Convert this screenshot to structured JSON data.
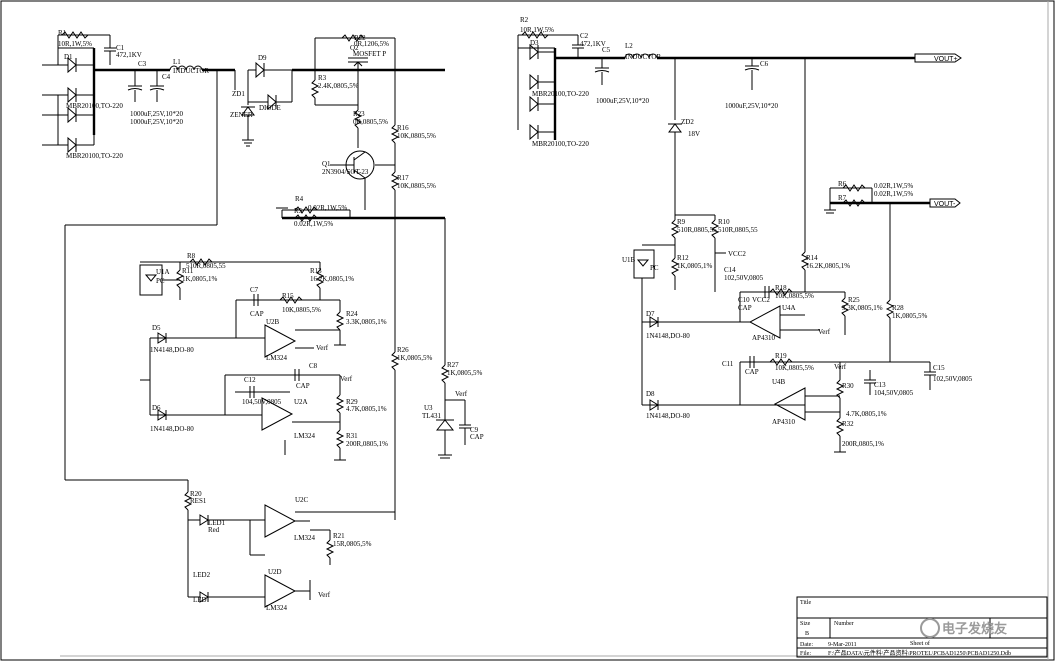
{
  "labels": {
    "R1": "R1",
    "R1v": "10R,1W,5%",
    "C1": "C1",
    "C1v": "472,1KV",
    "D1": "D1",
    "D1v": "MBR20100,TO-220",
    "D1v2": "MBR20100,TO-220",
    "C3": "C3",
    "C4": "C4",
    "C3v": "1000uF,25V,10*20",
    "C4v": "1000uF,25V,10*20",
    "L1": "L1",
    "L1v": "INDUCTOR",
    "D9": "D9",
    "ZD1": "ZD1",
    "ZD1v": "ZENER",
    "D9v": "DIODE",
    "R22": "R22",
    "R22v": "0R,1206,5%",
    "Q2": "Q2",
    "Q2v": "MOSFET P",
    "R3": "R3",
    "R3v": "2.4K,0805,5%",
    "R23": "R23",
    "R23v": "0R,0805,5%",
    "R16": "R16",
    "R16v": "10K,0805,5%",
    "Q1": "Q1",
    "Q1v": "2N3904/SOT-23",
    "R17": "R17",
    "R17v": "10K,0805,5%",
    "R4": "R4",
    "R4v": "0.02R,1W,5%",
    "R5": "R5",
    "R5v": "0.02R,1W,5%",
    "R8": "R8",
    "R8v": "510R,0805,55",
    "R11": "R11",
    "R11v": "1K,0805,1%",
    "U1A": "U1A",
    "PC": "PC",
    "R13": "R13",
    "R13v": "16.2K,0805,1%",
    "C7": "C7",
    "CAP": "CAP",
    "R15": "R15",
    "R15v": "10K,0805,5%",
    "R24": "R24",
    "R24v": "3.3K,0805,1%",
    "U2B": "U2B",
    "LM324": "LM324",
    "Verf": "Verf",
    "D5": "D5",
    "D5v": "1N4148,DO-80",
    "C8": "C8",
    "C12": "C12",
    "C12v": "104,50V,0805",
    "R26": "R26",
    "R26v": "1K,0805,5%",
    "R27": "R27",
    "R27v": "1K,0805,5%",
    "R29": "R29",
    "R29v": "4.7K,0805,1%",
    "U2A": "U2A",
    "D6": "D6",
    "D6v": "1N4148,DO-80",
    "R31": "R31",
    "R31v": "200R,0805,1%",
    "U3": "U3",
    "U3v": "TL431",
    "C9": "C9",
    "R20": "R20",
    "R20v": "RES1",
    "LED1": "LED1",
    "Red": "Red",
    "U2C": "U2C",
    "R21": "R21",
    "R21v": "15R,0805,5%",
    "LED2": "LED2",
    "LED": "LED",
    "U2D": "U2D",
    "R2": "R2",
    "R2v": "10R,1W,5%",
    "C2": "C2",
    "C2v": "472,1KV",
    "D3": "D3",
    "D3v": "MBR20100,TO-220",
    "D3v2": "MBR20100,TO-220",
    "C5": "C5",
    "C5v": "1000uF,25V,10*20",
    "L2": "L2",
    "L2v": "INDUCTOR",
    "C6": "C6",
    "C6v": "1000uF,25V,10*20",
    "VOUT_P": "VOUT+",
    "VOUT_N": "VOUT-",
    "ZD2": "ZD2",
    "ZD2v": "18V",
    "R6": "R6",
    "R6v": "0.02R,1W,5%",
    "R7": "R7",
    "R7v": "0.02R,1W,5%",
    "R9": "R9",
    "R9v": "510R,0805,55",
    "R10": "R10",
    "R10v": "510R,0805,55",
    "VCC2": "VCC2",
    "U1B": "U1B",
    "R12": "R12",
    "R12v": "1K,0805,1%",
    "C14": "C14",
    "C14v": "102,50V,0805",
    "R14": "R14",
    "R14v": "16.2K,0805,1%",
    "C10": "C10",
    "R18": "R18",
    "R18v": "10K,0805,5%",
    "U4A": "U4A",
    "AP4310": "AP4310",
    "R25": "R25",
    "R25v": "3.3K,0805,1%",
    "R28": "R28",
    "R28v": "1K,0805,5%",
    "D7": "D7",
    "D7v": "1N4148,DO-80",
    "C11": "C11",
    "R19": "R19",
    "R19v": "10K,0805,5%",
    "C15": "C15",
    "C15v": "102,50V,0805",
    "R30": "R30",
    "C13": "C13",
    "C13v": "104,50V,0805",
    "U4B": "U4B",
    "R32": "R32",
    "R32v": "4.7K,0805,1%",
    "R32v2": "200R,0805,1%",
    "D8": "D8",
    "D8v": "1N4148,DO-80"
  },
  "title_block": {
    "title_label": "Title",
    "size_label": "Size",
    "size_value": "B",
    "number_label": "Number",
    "date_label": "Date:",
    "date_value": "9-Mar-2011",
    "file_label": "File:",
    "file_value": "F:\\产品DATA\\元件料\\产品资料\\PROTEL\\PCBAD1250\\PCBAD1250.Ddb",
    "sheet_label": "Sheet  of",
    "watermark": "电子发烧友"
  }
}
